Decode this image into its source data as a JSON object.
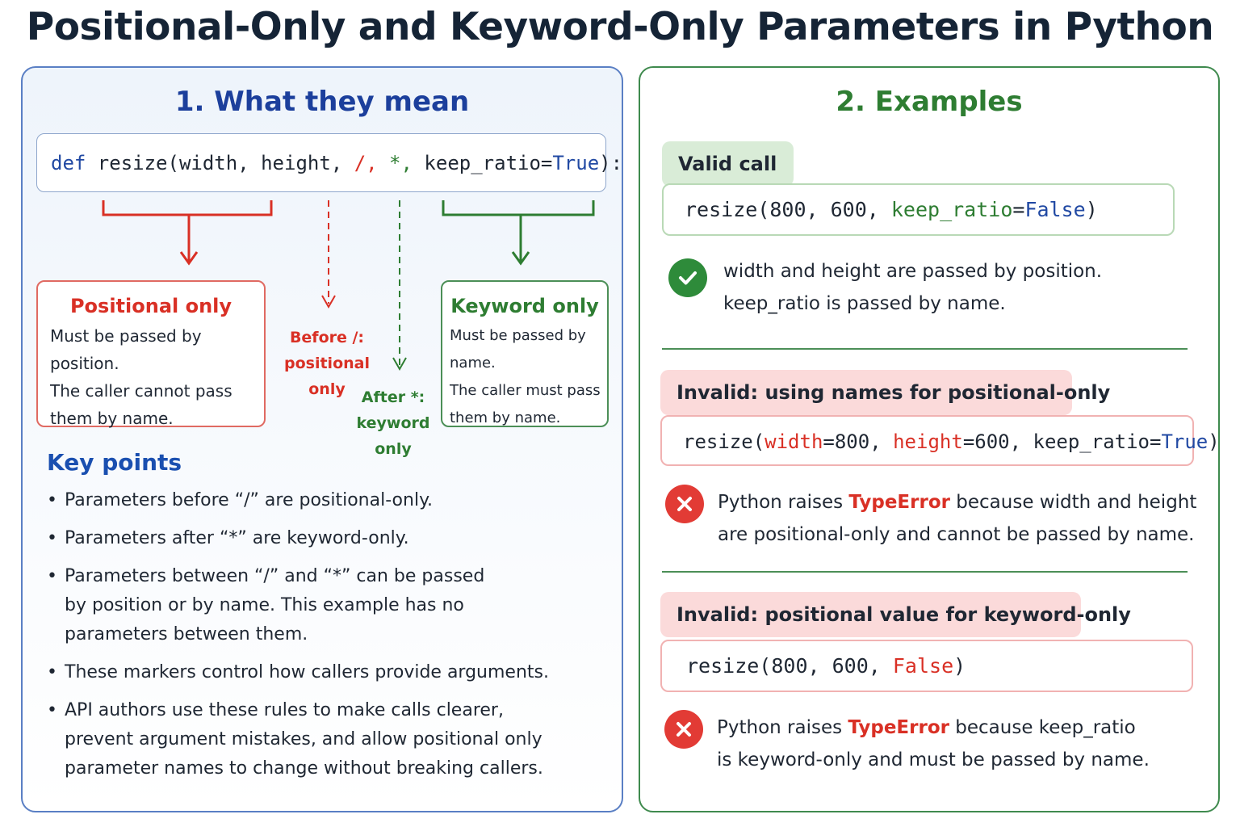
{
  "title": "Positional-Only and Keyword-Only Parameters in Python",
  "left_panel": {
    "heading": "1. What they mean",
    "signature": {
      "def": "def",
      "name_params": " resize(width, height, ",
      "slash": "/,",
      "star": " *,",
      "keep_ratio": " keep_ratio=",
      "true": "True",
      "end": "):"
    },
    "positional_card": {
      "title": "Positional only",
      "lines": [
        "Must be passed by position.",
        "The caller cannot pass",
        "them by name."
      ]
    },
    "keyword_card": {
      "title": "Keyword only",
      "lines": [
        "Must be passed by name.",
        "The caller must pass",
        "them by name."
      ]
    },
    "before_note": [
      "Before /:",
      "positional only"
    ],
    "after_note": [
      "After *:",
      "keyword only"
    ],
    "key_points_title": "Key points",
    "key_points": [
      "Parameters before “/” are positional-only.",
      "Parameters after “*” are keyword-only.",
      "Parameters between “/” and “*” can be passed by position or by name. This example has no parameters between them.",
      "These markers control how callers provide arguments.",
      "API authors use these rules to make calls clearer, prevent argument mistakes, and allow positional only parameter names to change without breaking callers."
    ]
  },
  "right_panel": {
    "heading": "2. Examples",
    "valid": {
      "label": "Valid call",
      "code": {
        "a": "resize(800, 600, ",
        "kw": "keep_ratio",
        "eq": "=",
        "val": "False",
        "end": ")"
      },
      "icon": "check-circle-icon",
      "message": [
        "width and height are passed by position.",
        "keep_ratio is passed by name."
      ]
    },
    "invalid1": {
      "label": "Invalid: using names for positional-only",
      "code": {
        "a": "resize(",
        "w": "width",
        "b": "=800, ",
        "h": "height",
        "c": "=600, keep_ratio=",
        "t": "True",
        "end": ")"
      },
      "icon": "x-circle-icon",
      "msg_pre": "Python raises ",
      "error": "TypeError",
      "msg_post": " because width and height",
      "msg_line2": "are positional-only and cannot be passed by name."
    },
    "invalid2": {
      "label": "Invalid: positional value for keyword-only",
      "code": {
        "a": "resize(800, 600, ",
        "f": "False",
        "end": ")"
      },
      "icon": "x-circle-icon",
      "msg_pre": "Python raises ",
      "error": "TypeError",
      "msg_post": " because keep_ratio",
      "msg_line2": "is keyword-only and must be passed by name."
    }
  },
  "colors": {
    "blue_accent": "#1a4fb0",
    "green_accent": "#2e7d32",
    "red_accent": "#d93025"
  }
}
